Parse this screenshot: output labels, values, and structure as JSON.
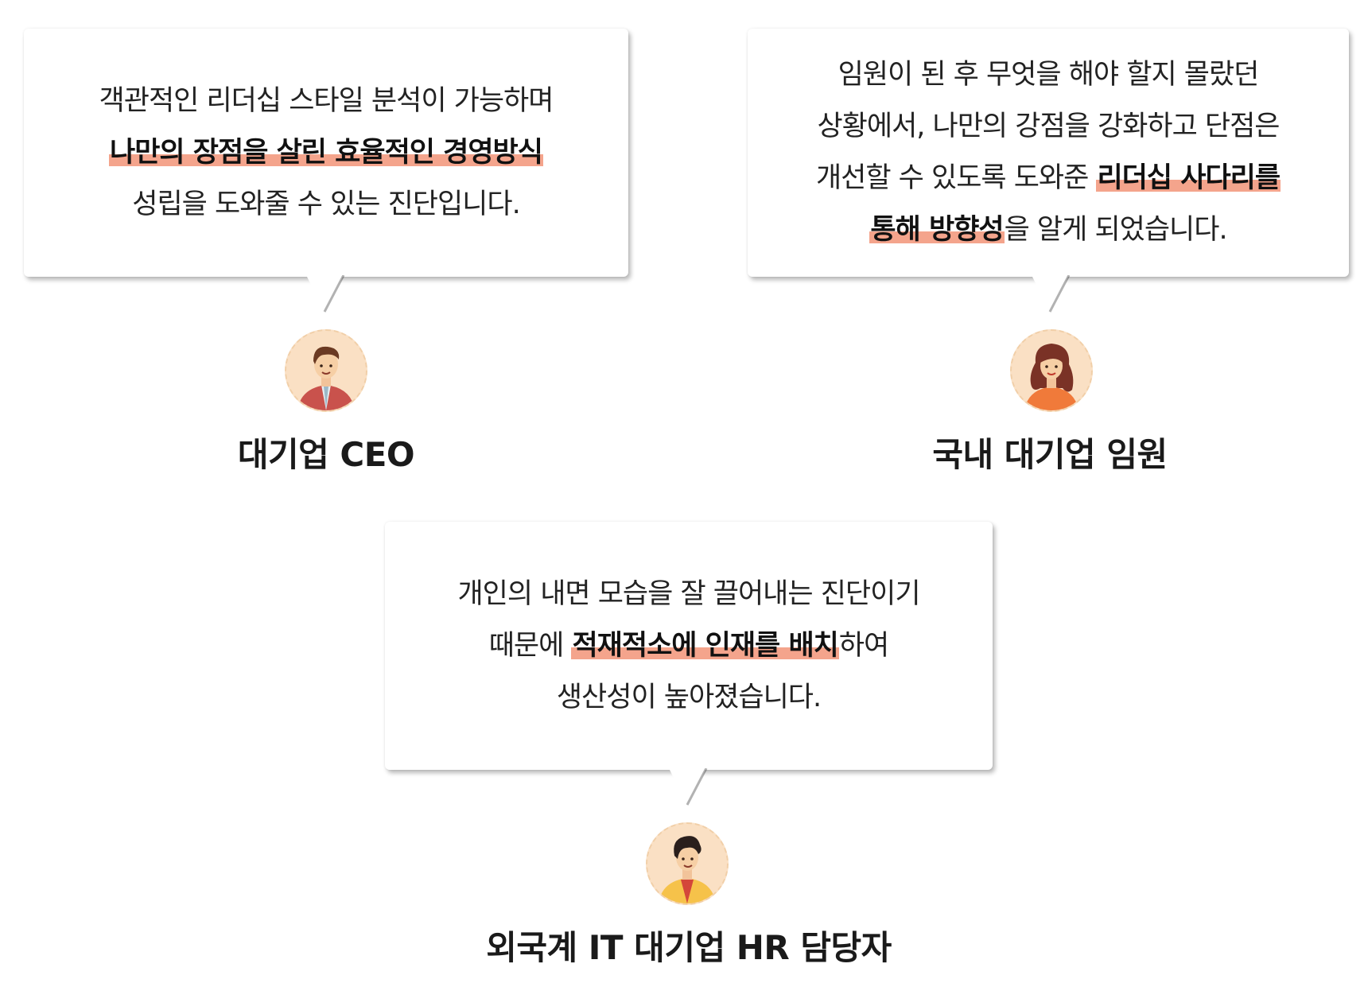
{
  "testimonials": [
    {
      "lines": [
        [
          {
            "t": "객관적인 리더십 스타일 분석이 가능하며",
            "hl": false
          }
        ],
        [
          {
            "t": "나만의 장점을 살린 효율적인 경영방식",
            "hl": true
          }
        ],
        [
          {
            "t": "성립을 도와줄 수 있는 진단입니다.",
            "hl": false
          }
        ]
      ],
      "role": "대기업 CEO",
      "avatar_icon": "businessman-avatar-icon"
    },
    {
      "lines": [
        [
          {
            "t": "임원이 된 후 무엇을 해야 할지 몰랐던",
            "hl": false
          }
        ],
        [
          {
            "t": "상황에서, 나만의 강점을 강화하고 단점은",
            "hl": false
          }
        ],
        [
          {
            "t": "개선할 수 있도록 도와준 ",
            "hl": false
          },
          {
            "t": "리더십 사다리를",
            "hl": true
          }
        ],
        [
          {
            "t": "통해 방향성",
            "hl": true
          },
          {
            "t": "을 알게 되었습니다.",
            "hl": false
          }
        ]
      ],
      "role": "국내 대기업 임원",
      "avatar_icon": "woman-avatar-icon"
    },
    {
      "lines": [
        [
          {
            "t": "개인의 내면 모습을 잘 끌어내는 진단이기",
            "hl": false
          }
        ],
        [
          {
            "t": "때문에 ",
            "hl": false
          },
          {
            "t": "적재적소에 인재를 배치",
            "hl": true
          },
          {
            "t": "하여",
            "hl": false
          }
        ],
        [
          {
            "t": "생산성이 높아졌습니다.",
            "hl": false
          }
        ]
      ],
      "role": "외국계 IT 대기업 HR 담당자",
      "avatar_icon": "man-avatar-icon"
    }
  ],
  "colors": {
    "highlight": "#f4a48c",
    "avatar_bg": "#fae0c4"
  }
}
